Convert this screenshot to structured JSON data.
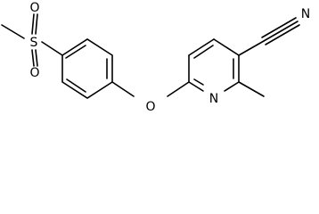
{
  "structure": {
    "atoms": {
      "sulfur": "S",
      "oxygen_sulfonyl_top": "O",
      "oxygen_sulfonyl_bottom": "O",
      "oxygen_ether": "O",
      "nitrogen_pyridine": "N",
      "nitrogen_nitrile": "N"
    },
    "colors": {
      "bonds": "#000000",
      "labels": "#000000",
      "background": "#ffffff"
    }
  }
}
